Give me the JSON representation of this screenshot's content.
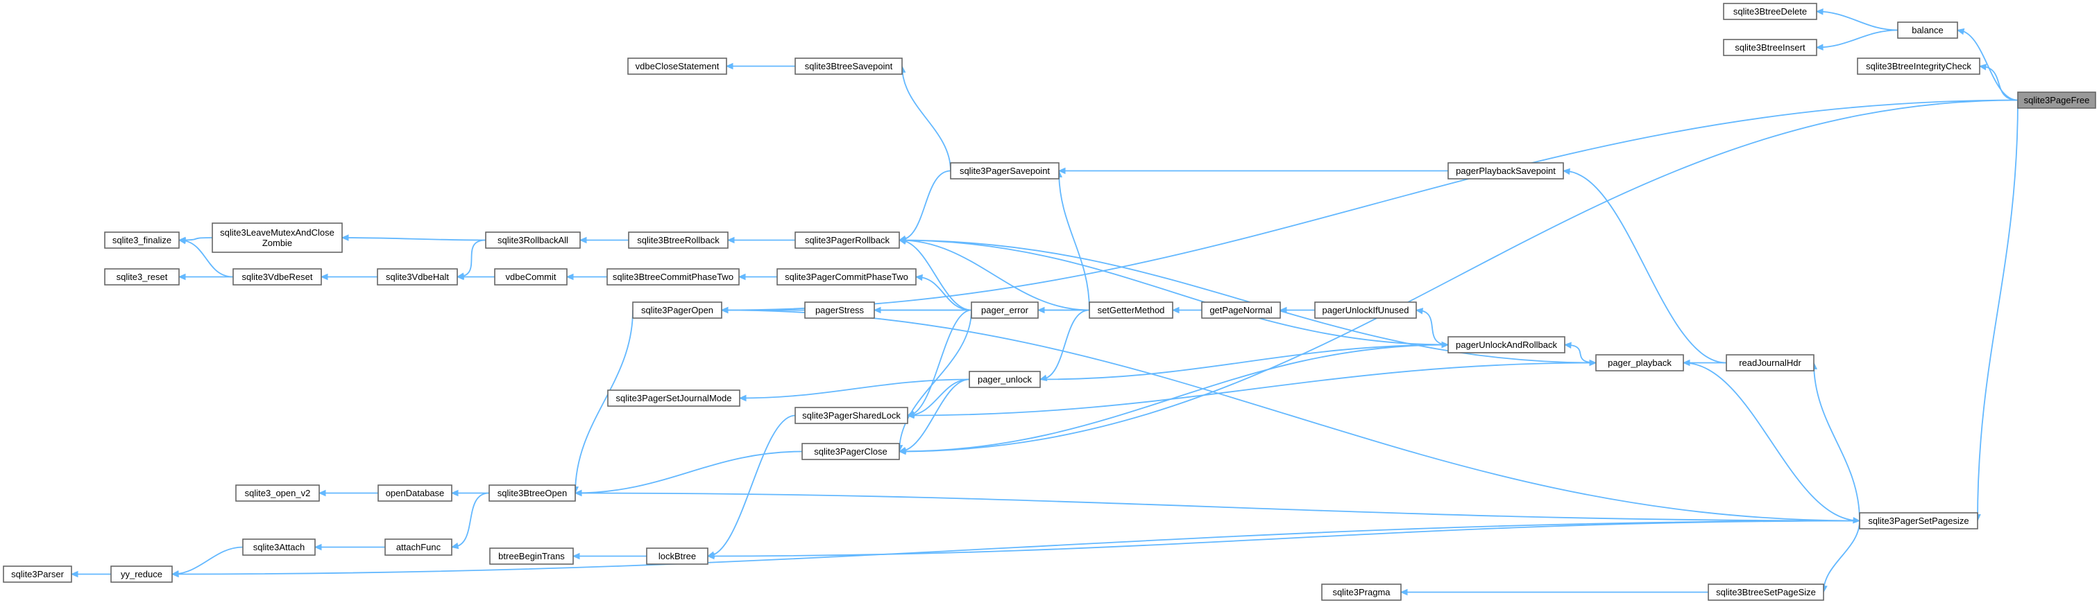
{
  "graph": {
    "root": "sqlite3PageFree",
    "nodes": [
      {
        "id": "sqlite3PageFree",
        "label": "sqlite3PageFree",
        "root": true
      },
      {
        "id": "sqlite3BtreeDelete",
        "label": "sqlite3BtreeDelete"
      },
      {
        "id": "balance",
        "label": "balance"
      },
      {
        "id": "sqlite3BtreeInsert",
        "label": "sqlite3BtreeInsert"
      },
      {
        "id": "sqlite3BtreeIntegrityCheck",
        "label": "sqlite3BtreeIntegrityCheck"
      },
      {
        "id": "vdbeCloseStatement",
        "label": "vdbeCloseStatement"
      },
      {
        "id": "sqlite3BtreeSavepoint",
        "label": "sqlite3BtreeSavepoint"
      },
      {
        "id": "sqlite3PagerSavepoint",
        "label": "sqlite3PagerSavepoint"
      },
      {
        "id": "pagerPlaybackSavepoint",
        "label": "pagerPlaybackSavepoint"
      },
      {
        "id": "sqlite3_finalize",
        "label": "sqlite3_finalize"
      },
      {
        "id": "sqlite3LeaveMutexAndCloseZombie",
        "label": "sqlite3LeaveMutexAndClose\nZombie"
      },
      {
        "id": "sqlite3RollbackAll",
        "label": "sqlite3RollbackAll"
      },
      {
        "id": "sqlite3BtreeRollback",
        "label": "sqlite3BtreeRollback"
      },
      {
        "id": "sqlite3PagerRollback",
        "label": "sqlite3PagerRollback"
      },
      {
        "id": "sqlite3_reset",
        "label": "sqlite3_reset"
      },
      {
        "id": "sqlite3VdbeReset",
        "label": "sqlite3VdbeReset"
      },
      {
        "id": "sqlite3VdbeHalt",
        "label": "sqlite3VdbeHalt"
      },
      {
        "id": "vdbeCommit",
        "label": "vdbeCommit"
      },
      {
        "id": "sqlite3BtreeCommitPhaseTwo",
        "label": "sqlite3BtreeCommitPhaseTwo"
      },
      {
        "id": "sqlite3PagerCommitPhaseTwo",
        "label": "sqlite3PagerCommitPhaseTwo"
      },
      {
        "id": "sqlite3PagerOpen",
        "label": "sqlite3PagerOpen"
      },
      {
        "id": "pagerStress",
        "label": "pagerStress"
      },
      {
        "id": "pager_error",
        "label": "pager_error"
      },
      {
        "id": "setGetterMethod",
        "label": "setGetterMethod"
      },
      {
        "id": "getPageNormal",
        "label": "getPageNormal"
      },
      {
        "id": "pagerUnlockIfUnused",
        "label": "pagerUnlockIfUnused"
      },
      {
        "id": "pagerUnlockAndRollback",
        "label": "pagerUnlockAndRollback"
      },
      {
        "id": "pager_unlock",
        "label": "pager_unlock"
      },
      {
        "id": "pager_playback",
        "label": "pager_playback"
      },
      {
        "id": "readJournalHdr",
        "label": "readJournalHdr"
      },
      {
        "id": "sqlite3PagerSetJournalMode",
        "label": "sqlite3PagerSetJournalMode"
      },
      {
        "id": "sqlite3PagerSharedLock",
        "label": "sqlite3PagerSharedLock"
      },
      {
        "id": "sqlite3PagerClose",
        "label": "sqlite3PagerClose"
      },
      {
        "id": "sqlite3_open_v2",
        "label": "sqlite3_open_v2"
      },
      {
        "id": "openDatabase",
        "label": "openDatabase"
      },
      {
        "id": "sqlite3BtreeOpen",
        "label": "sqlite3BtreeOpen"
      },
      {
        "id": "sqlite3PagerSetPagesize",
        "label": "sqlite3PagerSetPagesize"
      },
      {
        "id": "sqlite3Attach",
        "label": "sqlite3Attach"
      },
      {
        "id": "attachFunc",
        "label": "attachFunc"
      },
      {
        "id": "btreeBeginTrans",
        "label": "btreeBeginTrans"
      },
      {
        "id": "lockBtree",
        "label": "lockBtree"
      },
      {
        "id": "sqlite3Parser",
        "label": "sqlite3Parser"
      },
      {
        "id": "yy_reduce",
        "label": "yy_reduce"
      },
      {
        "id": "sqlite3Pragma",
        "label": "sqlite3Pragma"
      },
      {
        "id": "sqlite3BtreeSetPageSize",
        "label": "sqlite3BtreeSetPageSize"
      }
    ],
    "edges": [
      [
        "sqlite3BtreeDelete",
        "balance"
      ],
      [
        "sqlite3BtreeInsert",
        "balance"
      ],
      [
        "balance",
        "sqlite3PageFree"
      ],
      [
        "sqlite3BtreeIntegrityCheck",
        "sqlite3PageFree"
      ],
      [
        "vdbeCloseStatement",
        "sqlite3BtreeSavepoint"
      ],
      [
        "sqlite3BtreeSavepoint",
        "sqlite3PagerSavepoint"
      ],
      [
        "sqlite3PagerSavepoint",
        "pagerPlaybackSavepoint"
      ],
      [
        "pagerPlaybackSavepoint",
        "readJournalHdr"
      ],
      [
        "sqlite3PagerRollback",
        "sqlite3PagerSavepoint"
      ],
      [
        "sqlite3_finalize",
        "sqlite3LeaveMutexAndCloseZombie"
      ],
      [
        "sqlite3_finalize",
        "sqlite3VdbeReset"
      ],
      [
        "sqlite3LeaveMutexAndCloseZombie",
        "sqlite3RollbackAll"
      ],
      [
        "sqlite3RollbackAll",
        "sqlite3BtreeRollback"
      ],
      [
        "sqlite3BtreeRollback",
        "sqlite3PagerRollback"
      ],
      [
        "sqlite3_reset",
        "sqlite3VdbeReset"
      ],
      [
        "sqlite3VdbeReset",
        "sqlite3VdbeHalt"
      ],
      [
        "sqlite3VdbeHalt",
        "sqlite3RollbackAll"
      ],
      [
        "sqlite3VdbeHalt",
        "vdbeCommit"
      ],
      [
        "vdbeCommit",
        "sqlite3BtreeCommitPhaseTwo"
      ],
      [
        "sqlite3BtreeCommitPhaseTwo",
        "sqlite3PagerCommitPhaseTwo"
      ],
      [
        "sqlite3PagerCommitPhaseTwo",
        "pager_error"
      ],
      [
        "sqlite3PagerOpen",
        "pagerStress"
      ],
      [
        "pagerStress",
        "pager_error"
      ],
      [
        "sqlite3PagerOpen",
        "setGetterMethod"
      ],
      [
        "sqlite3PagerOpen",
        "sqlite3PageFree"
      ],
      [
        "sqlite3PagerOpen",
        "sqlite3PagerSetPagesize"
      ],
      [
        "sqlite3PagerRollback",
        "pager_error"
      ],
      [
        "sqlite3PagerSavepoint",
        "setGetterMethod"
      ],
      [
        "sqlite3PagerRollback",
        "setGetterMethod"
      ],
      [
        "pager_error",
        "setGetterMethod"
      ],
      [
        "pager_unlock",
        "setGetterMethod"
      ],
      [
        "setGetterMethod",
        "getPageNormal"
      ],
      [
        "getPageNormal",
        "pagerUnlockIfUnused"
      ],
      [
        "pagerUnlockIfUnused",
        "pagerUnlockAndRollback"
      ],
      [
        "pagerUnlockAndRollback",
        "sqlite3PagerRollback"
      ],
      [
        "pagerUnlockAndRollback",
        "pager_unlock"
      ],
      [
        "pagerUnlockAndRollback",
        "pager_playback"
      ],
      [
        "sqlite3PagerClose",
        "pagerUnlockAndRollback"
      ],
      [
        "pager_playback",
        "sqlite3PagerRollback"
      ],
      [
        "pager_playback",
        "readJournalHdr"
      ],
      [
        "sqlite3PagerSharedLock",
        "pager_playback"
      ],
      [
        "readJournalHdr",
        "sqlite3PagerSetPagesize"
      ],
      [
        "sqlite3PagerSetJournalMode",
        "pager_unlock"
      ],
      [
        "sqlite3PagerSharedLock",
        "pager_unlock"
      ],
      [
        "sqlite3PagerSharedLock",
        "pager_error"
      ],
      [
        "sqlite3PagerClose",
        "pager_unlock"
      ],
      [
        "sqlite3PagerClose",
        "pager_error"
      ],
      [
        "sqlite3PagerClose",
        "sqlite3PageFree"
      ],
      [
        "sqlite3_open_v2",
        "openDatabase"
      ],
      [
        "openDatabase",
        "sqlite3BtreeOpen"
      ],
      [
        "sqlite3BtreeOpen",
        "sqlite3PagerOpen"
      ],
      [
        "sqlite3BtreeOpen",
        "sqlite3PagerClose"
      ],
      [
        "sqlite3BtreeOpen",
        "sqlite3PagerSetPagesize"
      ],
      [
        "sqlite3Parser",
        "yy_reduce"
      ],
      [
        "yy_reduce",
        "sqlite3Attach"
      ],
      [
        "yy_reduce",
        "sqlite3PagerSetPagesize"
      ],
      [
        "sqlite3Attach",
        "attachFunc"
      ],
      [
        "attachFunc",
        "sqlite3BtreeOpen"
      ],
      [
        "btreeBeginTrans",
        "lockBtree"
      ],
      [
        "lockBtree",
        "sqlite3PagerSharedLock"
      ],
      [
        "lockBtree",
        "sqlite3PagerSetPagesize"
      ],
      [
        "sqlite3Pragma",
        "sqlite3BtreeSetPageSize"
      ],
      [
        "sqlite3BtreeSetPageSize",
        "sqlite3PagerSetPagesize"
      ],
      [
        "sqlite3PagerSetPagesize",
        "sqlite3PageFree"
      ],
      [
        "sqlite3PagerSetPagesize",
        "pager_playback"
      ]
    ]
  },
  "colors": {
    "edge": "#63b8ff",
    "node_border": "#666666",
    "node_fill": "#ffffff",
    "root_fill": "#999999"
  }
}
